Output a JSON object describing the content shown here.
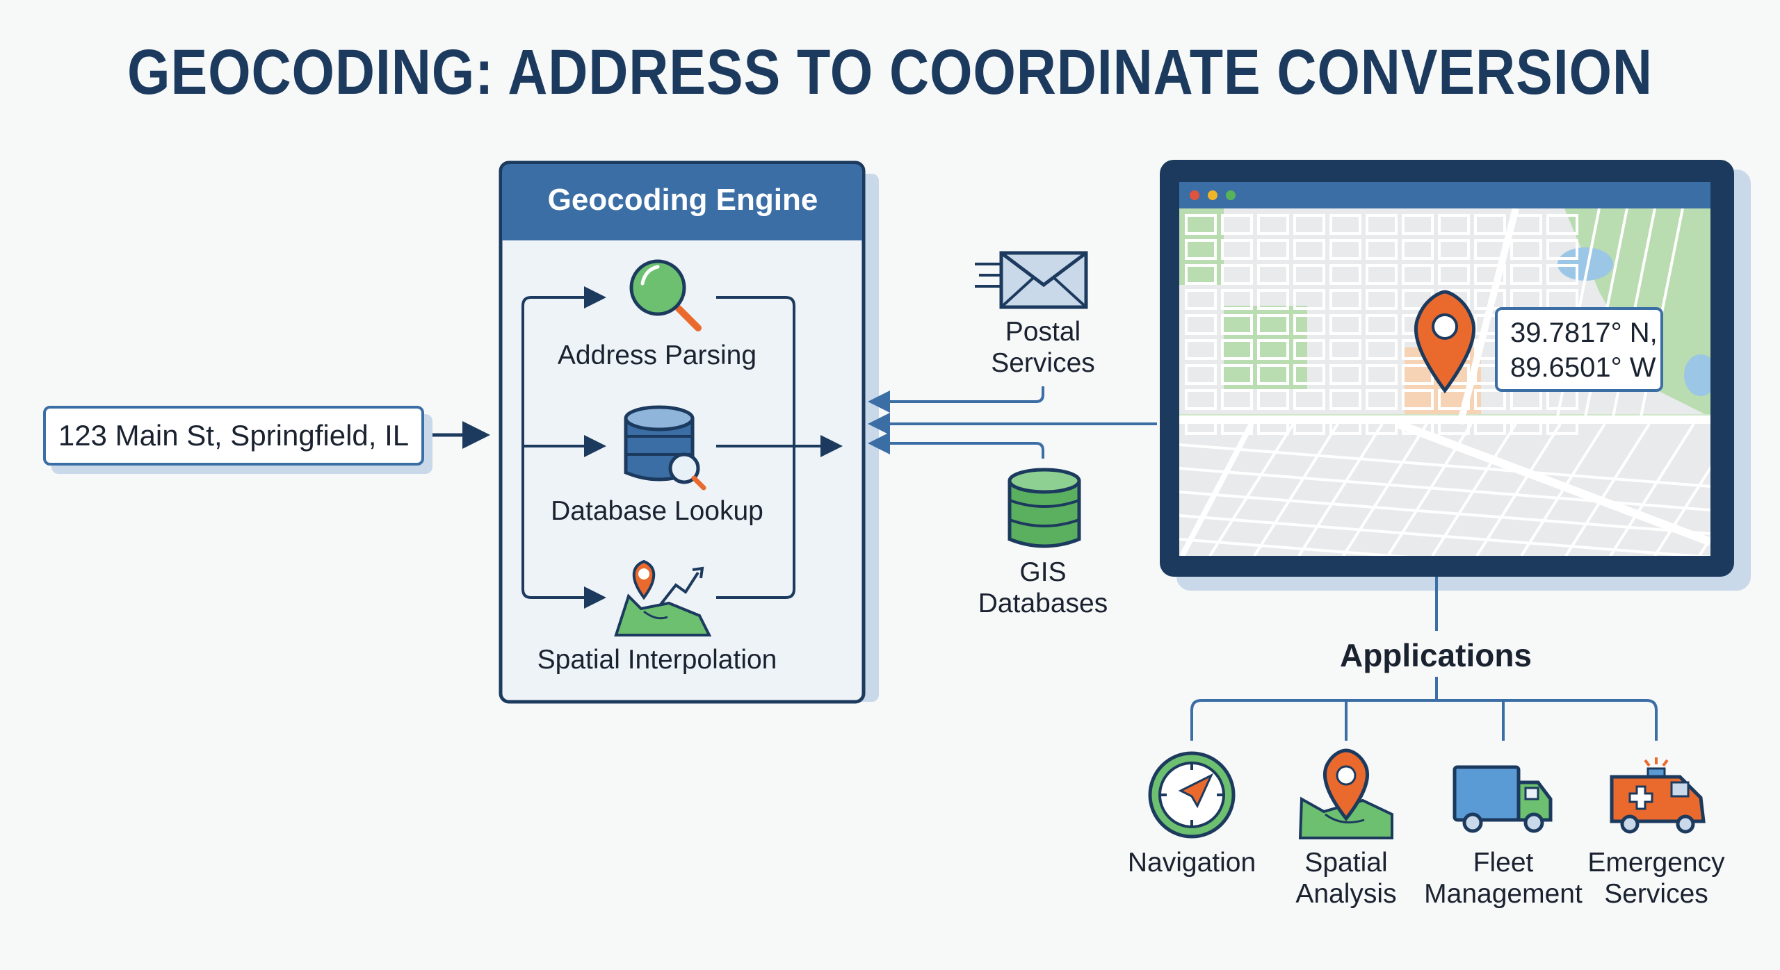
{
  "title": "GEOCODING: ADDRESS TO COORDINATE CONVERSION",
  "input": {
    "address": "123 Main St, Springfield, IL"
  },
  "engine": {
    "title": "Geocoding Engine",
    "steps": [
      {
        "label": "Address Parsing",
        "icon": "magnifier-icon"
      },
      {
        "label": "Database Lookup",
        "icon": "database-search-icon"
      },
      {
        "label": "Spatial Interpolation",
        "icon": "map-pin-trend-icon"
      }
    ]
  },
  "sources": [
    {
      "label": "Postal Services",
      "line1": "Postal",
      "line2": "Services",
      "icon": "envelope-icon"
    },
    {
      "label": "GIS Databases",
      "line1": "GIS",
      "line2": "Databases",
      "icon": "database-icon"
    }
  ],
  "map": {
    "coord_line1": "39.7817° N,",
    "coord_line2": "89.6501° W",
    "window_dots": [
      "#e0533d",
      "#f0b429",
      "#57b35a"
    ]
  },
  "applications": {
    "title": "Applications",
    "items": [
      {
        "line1": "Navigation",
        "line2": "",
        "icon": "compass-icon"
      },
      {
        "line1": "Spatial",
        "line2": "Analysis",
        "icon": "map-pin-icon"
      },
      {
        "line1": "Fleet",
        "line2": "Management",
        "icon": "truck-icon"
      },
      {
        "line1": "Emergency",
        "line2": "Services",
        "icon": "ambulance-icon"
      }
    ]
  },
  "colors": {
    "navy": "#1c3a5e",
    "blue": "#3b6ea5",
    "light_blue": "#c9d9ea",
    "green": "#5bb05f",
    "orange": "#ea6a2e"
  }
}
